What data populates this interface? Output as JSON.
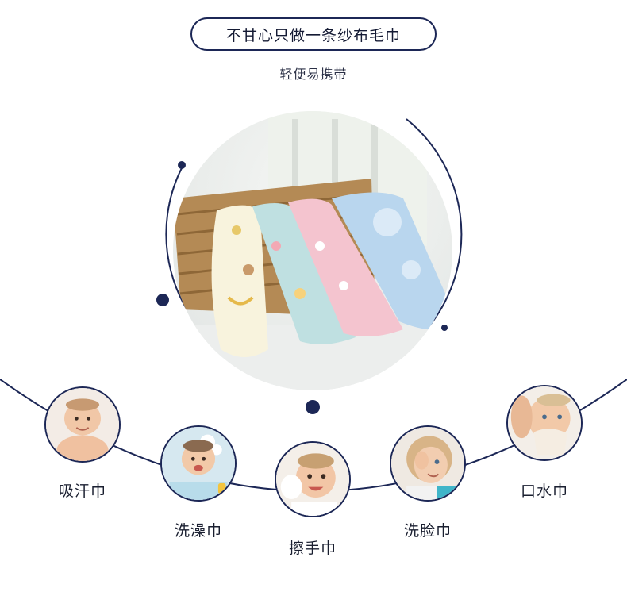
{
  "headline": "不甘心只做一条纱布毛巾",
  "subtitle": "轻便易携带",
  "hero_image": {
    "icon": "towels-in-basket-photo"
  },
  "uses": [
    {
      "label": "吸汗巾",
      "icon": "baby-lying-photo"
    },
    {
      "label": "洗澡巾",
      "icon": "baby-bathing-photo"
    },
    {
      "label": "擦手巾",
      "icon": "baby-smiling-photo"
    },
    {
      "label": "洗脸巾",
      "icon": "toddler-covering-eye-photo"
    },
    {
      "label": "口水巾",
      "icon": "baby-with-towel-photo"
    }
  ],
  "colors": {
    "accent": "#1c2756",
    "towel_blue": "#b9d6ee",
    "towel_pink": "#f4c4cf",
    "towel_cream": "#f8f3dd",
    "basket": "#b48a55"
  }
}
